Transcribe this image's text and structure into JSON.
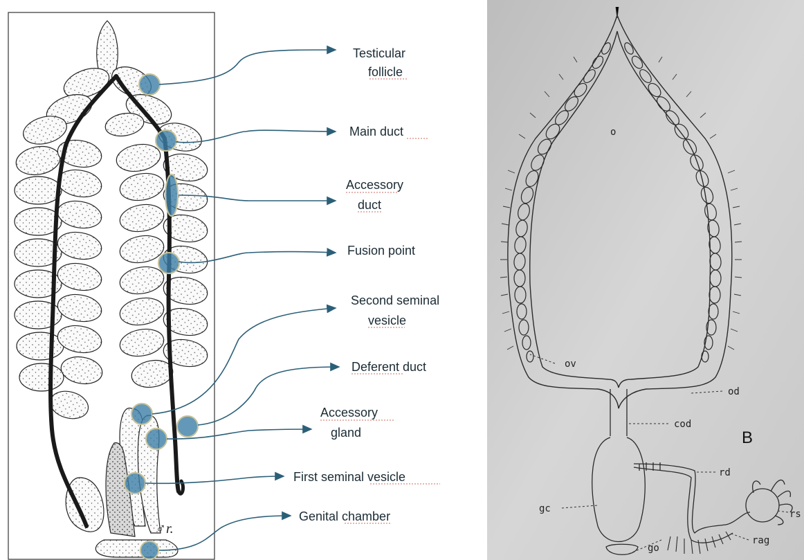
{
  "left_diagram": {
    "labels": {
      "testicular_follicle": [
        "Testicular",
        "follicle"
      ],
      "main_duct": "Main duct",
      "accessory_duct": [
        "Accessory",
        "duct"
      ],
      "fusion_point": "Fusion point",
      "second_seminal_vesicle": [
        "Second seminal",
        "vesicle"
      ],
      "deferent_duct": "Deferent duct",
      "accessory_gland": [
        "Accessory",
        "gland"
      ],
      "first_seminal_vesicle": "First seminal vesicle",
      "genital_chamber": "Genital chamber"
    },
    "colors": {
      "arrow": "#2b5f78",
      "marker_fill": "#3d7ea6",
      "marker_stroke": "#c6c29a"
    }
  },
  "right_diagram": {
    "panel_letter": "B",
    "labels": {
      "o": "o",
      "ov": "ov",
      "od": "od",
      "cod": "cod",
      "rd": "rd",
      "gc": "gc",
      "rs": "rs",
      "rag": "rag",
      "go": "go"
    },
    "colors": {
      "background": "#cfcfcf",
      "line": "#2a2a2a"
    }
  }
}
